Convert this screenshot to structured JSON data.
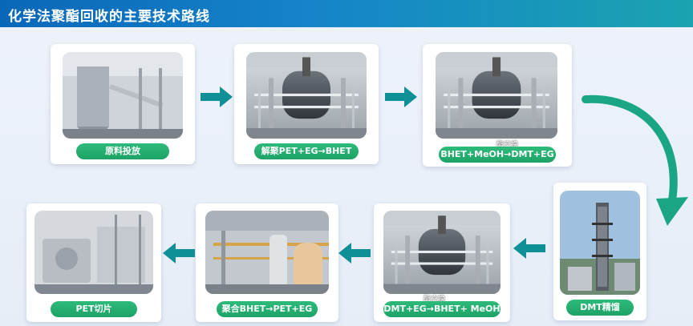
{
  "title": "化学法聚酯回收的主要技术路线",
  "steps": [
    {
      "label": "原料投放"
    },
    {
      "label": "解聚PET+EG→BHET"
    },
    {
      "label": "BHET+MeOH→DMT+EG",
      "overlay": "酯交换"
    },
    {
      "label": "DMT精馏"
    },
    {
      "label": "DMT+EG→BHET+ MeOH",
      "overlay": "酯交换"
    },
    {
      "label": "聚合BHET→PET+EG"
    },
    {
      "label": "PET切片"
    }
  ],
  "colors": {
    "title_bg": "#0a67b8",
    "pill": "#1ea267",
    "arrow": "#0f8f96"
  }
}
